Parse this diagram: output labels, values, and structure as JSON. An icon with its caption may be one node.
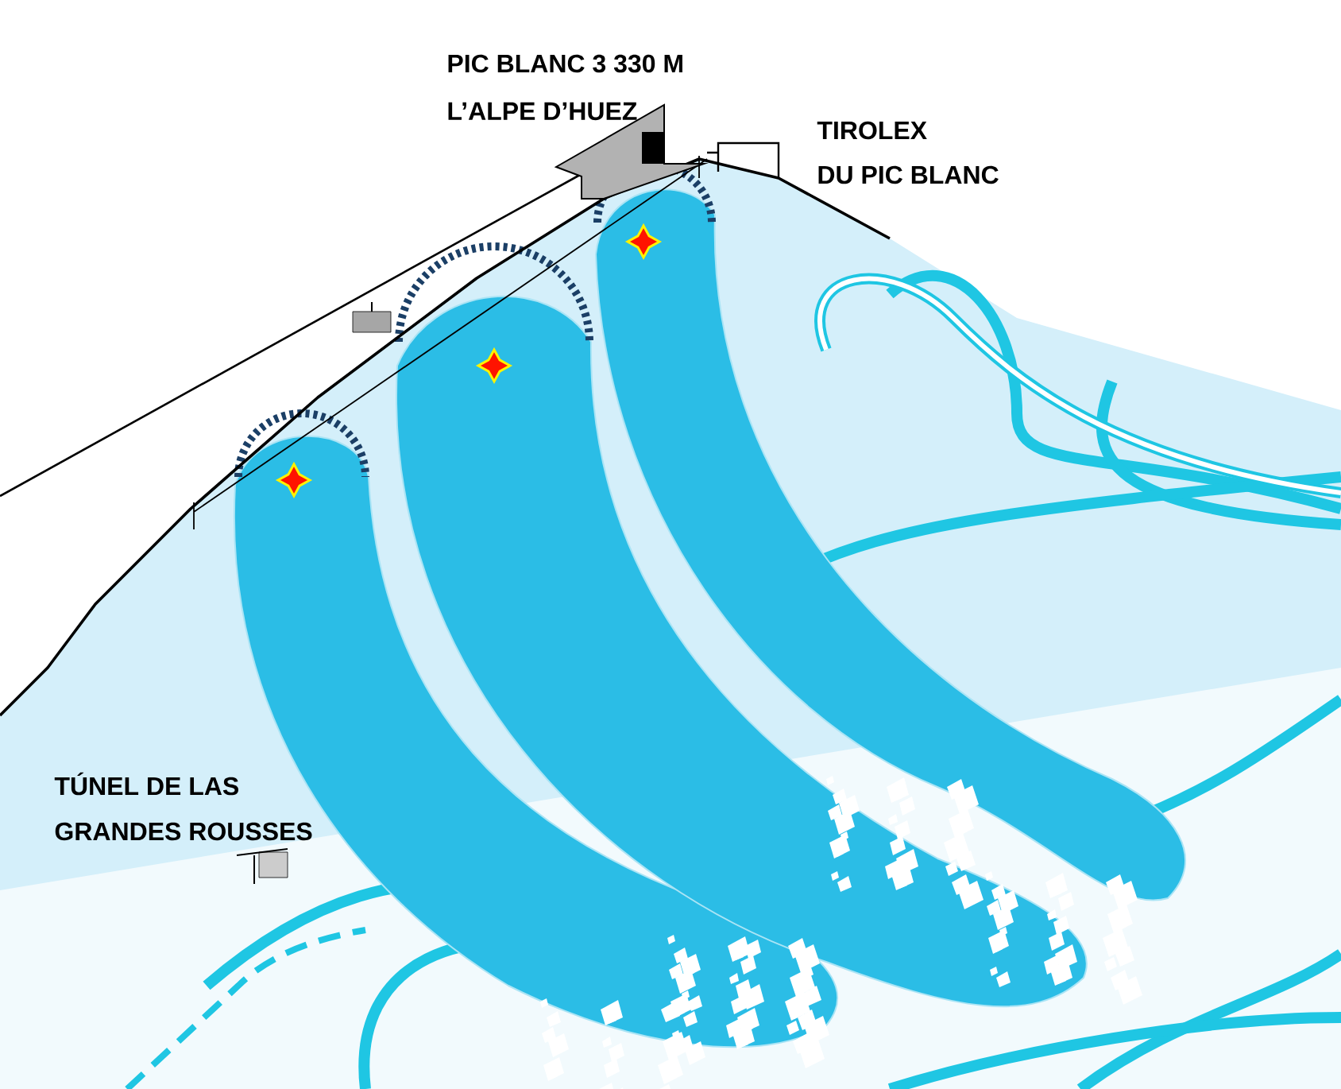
{
  "diagram": {
    "labels": [
      "PIC BLANC 3 330 M",
      "L’ALPE D’HUEZ",
      "TIROLEX",
      "DU PIC BLANC",
      "TÚNEL DE LAS",
      "GRANDES ROUSSES"
    ]
  }
}
